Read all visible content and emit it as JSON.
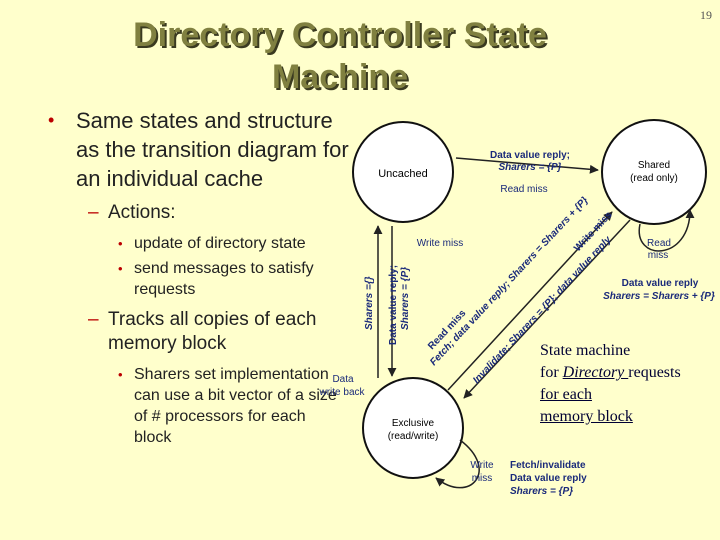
{
  "slide_number": "19",
  "title_line1": "Directory Controller State",
  "title_line2": "Machine",
  "bullets": {
    "b1": "Same states and structure as the transition diagram for an individual cache",
    "actions": "Actions:",
    "action1": "update of directory state",
    "action2": "send messages to satisfy requests",
    "tracks": "Tracks all copies of each memory block",
    "sharers": "Sharers set implementation can use a bit vector of a size of # processors for each block"
  },
  "diagram": {
    "state_uncached": "Uncached",
    "state_shared_1": "Shared",
    "state_shared_2": "(read only)",
    "state_exclusive_1": "Exclusive",
    "state_exclusive_2": "(read/write)",
    "top_label_1": "Data value reply;",
    "top_label_2": "Sharers = {P}",
    "read_miss_top": "Read miss",
    "write_miss_left": "Write miss",
    "read_miss_loop_1": "Read",
    "read_miss_loop_2": "miss",
    "shared_loop_label_1": "Data value reply",
    "shared_loop_label_2": "Sharers = Sharers + {P}",
    "vert_sharers_empty": "Sharers ={}",
    "vert_data_reply_1": "Data value reply;",
    "vert_data_reply_2": "Sharers = {P}",
    "data_write_back_1": "Data",
    "data_write_back_2": "write back",
    "diag_read_miss_1": "Read miss",
    "diag_read_miss_2": "Fetch; data value reply; Sharers = Sharers + {P}",
    "diag_write_miss_1": "Write miss",
    "diag_write_miss_2": "Invalidate; Sharers = {P}; data value reply",
    "write_miss_loop_1": "Write",
    "write_miss_loop_2": "miss",
    "excl_loop_label_1": "Fetch/invalidate",
    "excl_loop_label_2": "Data value reply",
    "excl_loop_label_3": "Sharers = {P}"
  },
  "caption": {
    "line1": "State machine",
    "line2a": "for ",
    "line2b": "Directory ",
    "line2c": "requests",
    "line3": "for each",
    "line4": "memory block"
  }
}
